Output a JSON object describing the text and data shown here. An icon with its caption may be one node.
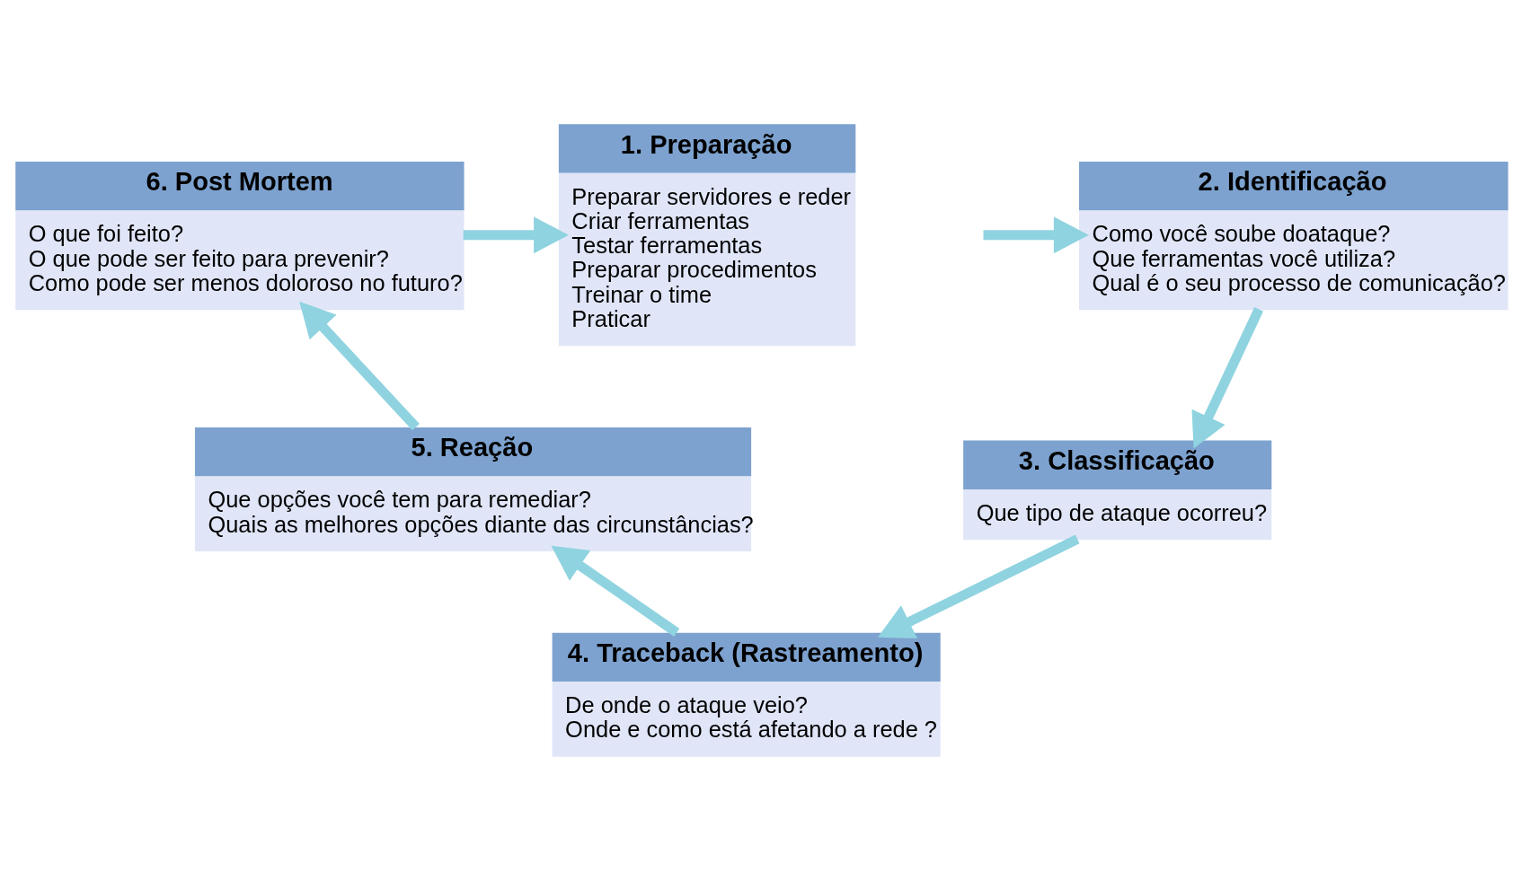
{
  "diagram": {
    "nodes": [
      {
        "text": [
          "1. Preparação",
          "Preparar servidores e reder",
          "Criar ferramentas",
          "Testar ferramentas",
          "Preparar procedimentos",
          "Treinar o time",
          "Praticar"
        ]
      },
      {
        "text": [
          "2. Identificação",
          "Como você soube doataque?",
          "Que ferramentas você utiliza?",
          "Qual é o seu processo de comunicação?"
        ]
      },
      {
        "text": [
          "3. Classificação",
          "Que tipo de ataque ocorreu?"
        ]
      },
      {
        "text": [
          "4. Traceback (Rastreamento)",
          "De onde o ataque veio?",
          "Onde e como está afetando a rede ?"
        ]
      },
      {
        "text": [
          "5. Reação",
          "Que opções você tem para remediar?",
          "Quais as melhores opções diante das circunstâncias?"
        ]
      },
      {
        "text": [
          "6. Post Mortem",
          "O que foi feito?",
          "O que pode ser feito para prevenir?",
          "Como pode ser menos doloroso no futuro?"
        ]
      }
    ],
    "edges": [
      {
        "from": 0,
        "to": 1,
        "arrow": "to"
      },
      {
        "from": 1,
        "to": 2,
        "arrow": "to"
      },
      {
        "from": 2,
        "to": 3,
        "arrow": "to"
      },
      {
        "from": 3,
        "to": 4,
        "arrow": "to"
      },
      {
        "from": 4,
        "to": 5,
        "arrow": "to"
      },
      {
        "from": 5,
        "to": 0,
        "arrow": "to"
      }
    ]
  }
}
